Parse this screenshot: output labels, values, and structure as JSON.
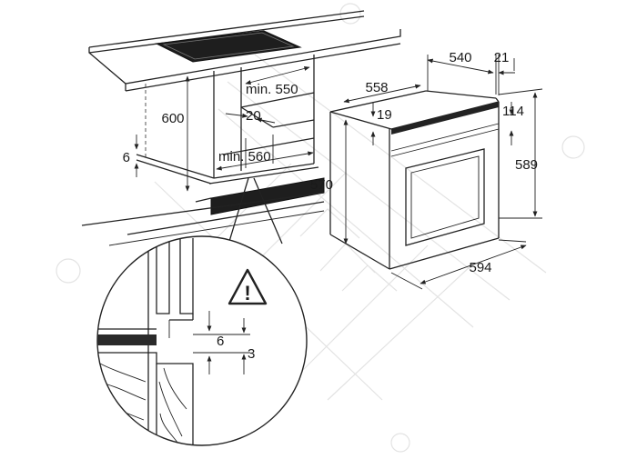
{
  "dimensions": {
    "oven_depth": "540",
    "door_depth": "21",
    "oven_width_top": "558",
    "panel_height": "114",
    "top_gap": "19",
    "total_height": "589",
    "body_height": "570",
    "oven_width": "594",
    "cutout_depth_min": "min. 550",
    "vent_depth": "20",
    "cutout_width_min": "min. 560",
    "niche_height": "600",
    "shelf_gap": "6",
    "detail_gap_6": "6",
    "detail_gap_3": "3"
  },
  "warning_symbol": "!"
}
